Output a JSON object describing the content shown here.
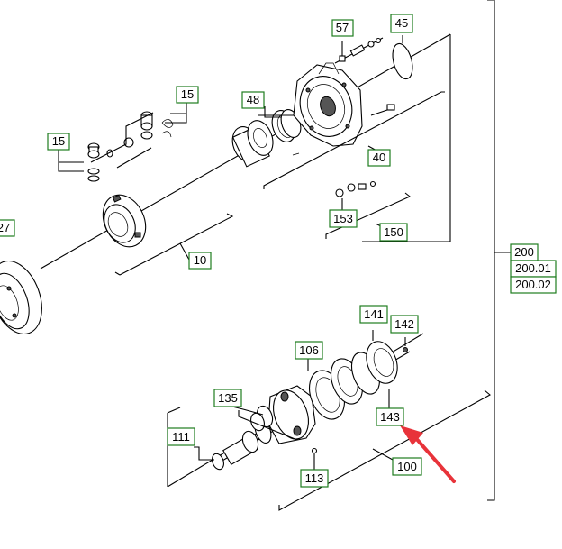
{
  "labels": {
    "l15a": "15",
    "l15b": "15",
    "l27": "27",
    "l57": "57",
    "l45": "45",
    "l48": "48",
    "l40": "40",
    "l10": "10",
    "l153": "153",
    "l150": "150",
    "l200": "200",
    "l20001": "200.01",
    "l20002": "200.02",
    "l141": "141",
    "l142": "142",
    "l106": "106",
    "l135": "135",
    "l143": "143",
    "l111": "111",
    "l113": "113",
    "l100": "100"
  },
  "colors": {
    "callout_border": "#1e7d1e",
    "arrow": "#e8333a",
    "line": "#000000"
  }
}
